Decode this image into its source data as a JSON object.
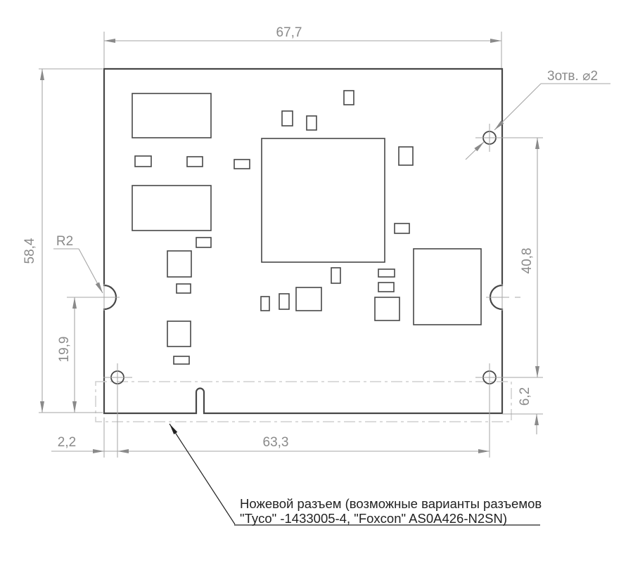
{
  "title": "PCB board outline technical drawing",
  "colors": {
    "outline": "#474747",
    "dimension_line": "#a6a6a6",
    "dimension_text": "#8a8a8a",
    "connector_dashed": "#cfcfcf",
    "annotation_text": "#222222",
    "background": "#ffffff"
  },
  "dimensions": {
    "board_width": "67,7",
    "board_height": "58,4",
    "corner_radius": "R2",
    "cutout_from_bottom": "19,9",
    "holes_vertical_span": "40,8",
    "hole_to_bottom": "6,2",
    "edge_to_hole": "2,2",
    "holes_horizontal_span": "63,3"
  },
  "callouts": {
    "holes_note": "3отв. ⌀2",
    "connector_note_line1": "Ножевой разъем (возможные варианты разъемов",
    "connector_note_line2": "\"Tyco\" -1433005-4, \"Foxcon\" AS0A426-N2SN)"
  }
}
